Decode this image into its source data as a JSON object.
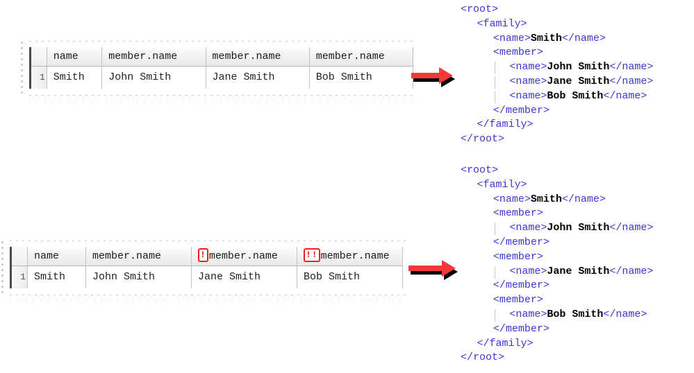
{
  "title": "XML mapping comparison",
  "tables": [
    {
      "id": "table-top",
      "row_number": "1",
      "columns": [
        {
          "header": "name",
          "marks": 0,
          "value": "Smith"
        },
        {
          "header": "member.name",
          "marks": 0,
          "value": "John Smith"
        },
        {
          "header": "member.name",
          "marks": 0,
          "value": "Jane Smith"
        },
        {
          "header": "member.name",
          "marks": 0,
          "value": "Bob Smith"
        }
      ]
    },
    {
      "id": "table-bottom",
      "row_number": "1",
      "columns": [
        {
          "header": "name",
          "marks": 0,
          "value": "Smith"
        },
        {
          "header": "member.name",
          "marks": 0,
          "value": "John Smith"
        },
        {
          "header": "member.name",
          "marks": 1,
          "value": "Jane Smith"
        },
        {
          "header": "member.name",
          "marks": 2,
          "value": "Bob Smith"
        }
      ]
    }
  ],
  "marker": {
    "glyph": "!",
    "color": "#e8231c",
    "title": "warning"
  },
  "arrows": [
    {
      "id": "arrow-top",
      "direction": "right",
      "color": "#f4393a",
      "shadow": "#000000"
    },
    {
      "id": "arrow-bottom",
      "direction": "right",
      "color": "#f4393a",
      "shadow": "#000000"
    }
  ],
  "xml_blocks": [
    {
      "id": "xml-top",
      "lines": [
        {
          "indent": 0,
          "segs": [
            {
              "t": "tag",
              "s": "<root>"
            }
          ]
        },
        {
          "indent": 1,
          "segs": [
            {
              "t": "tag",
              "s": "<family>"
            }
          ]
        },
        {
          "indent": 2,
          "segs": [
            {
              "t": "tag",
              "s": "<name>"
            },
            {
              "t": "txt",
              "s": "Smith"
            },
            {
              "t": "tag",
              "s": "</name>"
            }
          ]
        },
        {
          "indent": 2,
          "segs": [
            {
              "t": "tag",
              "s": "<member>"
            }
          ]
        },
        {
          "indent": 3,
          "segs": [
            {
              "t": "tag",
              "s": "<name>"
            },
            {
              "t": "txt",
              "s": "John Smith"
            },
            {
              "t": "tag",
              "s": "</name>"
            }
          ]
        },
        {
          "indent": 3,
          "segs": [
            {
              "t": "tag",
              "s": "<name>"
            },
            {
              "t": "txt",
              "s": "Jane Smith"
            },
            {
              "t": "tag",
              "s": "</name>"
            }
          ]
        },
        {
          "indent": 3,
          "segs": [
            {
              "t": "tag",
              "s": "<name>"
            },
            {
              "t": "txt",
              "s": "Bob Smith"
            },
            {
              "t": "tag",
              "s": "</name>"
            }
          ]
        },
        {
          "indent": 2,
          "segs": [
            {
              "t": "tag",
              "s": "</member>"
            }
          ]
        },
        {
          "indent": 1,
          "segs": [
            {
              "t": "tag",
              "s": "</family>"
            }
          ]
        },
        {
          "indent": 0,
          "segs": [
            {
              "t": "tag",
              "s": "</root>"
            }
          ]
        }
      ]
    },
    {
      "id": "xml-bottom",
      "lines": [
        {
          "indent": 0,
          "segs": [
            {
              "t": "tag",
              "s": "<root>"
            }
          ]
        },
        {
          "indent": 1,
          "segs": [
            {
              "t": "tag",
              "s": "<family>"
            }
          ]
        },
        {
          "indent": 2,
          "segs": [
            {
              "t": "tag",
              "s": "<name>"
            },
            {
              "t": "txt",
              "s": "Smith"
            },
            {
              "t": "tag",
              "s": "</name>"
            }
          ]
        },
        {
          "indent": 2,
          "segs": [
            {
              "t": "tag",
              "s": "<member>"
            }
          ]
        },
        {
          "indent": 3,
          "segs": [
            {
              "t": "tag",
              "s": "<name>"
            },
            {
              "t": "txt",
              "s": "John Smith"
            },
            {
              "t": "tag",
              "s": "</name>"
            }
          ]
        },
        {
          "indent": 2,
          "segs": [
            {
              "t": "tag",
              "s": "</member>"
            }
          ]
        },
        {
          "indent": 2,
          "segs": [
            {
              "t": "tag",
              "s": "<member>"
            }
          ]
        },
        {
          "indent": 3,
          "segs": [
            {
              "t": "tag",
              "s": "<name>"
            },
            {
              "t": "txt",
              "s": "Jane Smith"
            },
            {
              "t": "tag",
              "s": "</name>"
            }
          ]
        },
        {
          "indent": 2,
          "segs": [
            {
              "t": "tag",
              "s": "</member>"
            }
          ]
        },
        {
          "indent": 2,
          "segs": [
            {
              "t": "tag",
              "s": "<member>"
            }
          ]
        },
        {
          "indent": 3,
          "segs": [
            {
              "t": "tag",
              "s": "<name>"
            },
            {
              "t": "txt",
              "s": "Bob Smith"
            },
            {
              "t": "tag",
              "s": "</name>"
            }
          ]
        },
        {
          "indent": 2,
          "segs": [
            {
              "t": "tag",
              "s": "</member>"
            }
          ]
        },
        {
          "indent": 1,
          "segs": [
            {
              "t": "tag",
              "s": "</family>"
            }
          ]
        },
        {
          "indent": 0,
          "segs": [
            {
              "t": "tag",
              "s": "</root>"
            }
          ]
        }
      ]
    }
  ]
}
